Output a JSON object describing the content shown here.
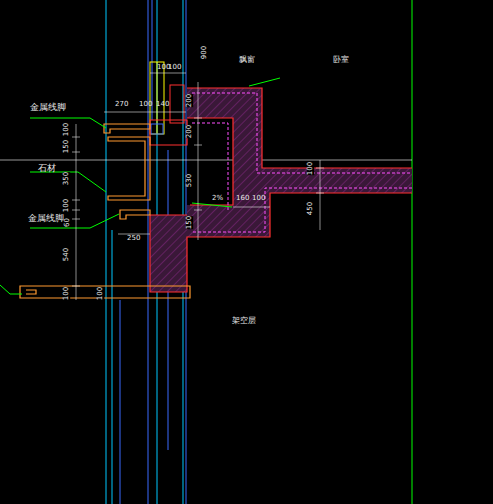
{
  "diagram": {
    "labels": [
      "金属线脚",
      "石材",
      "金属线脚",
      "100",
      "100",
      "900",
      "270",
      "100",
      "140",
      "200",
      "200",
      "飘窗",
      "卧室",
      "100",
      "150",
      "350",
      "100",
      "60",
      "540",
      "530",
      "2%",
      "160",
      "100",
      "100",
      "450",
      "150",
      "250",
      "架空层",
      "100",
      "100"
    ]
  }
}
